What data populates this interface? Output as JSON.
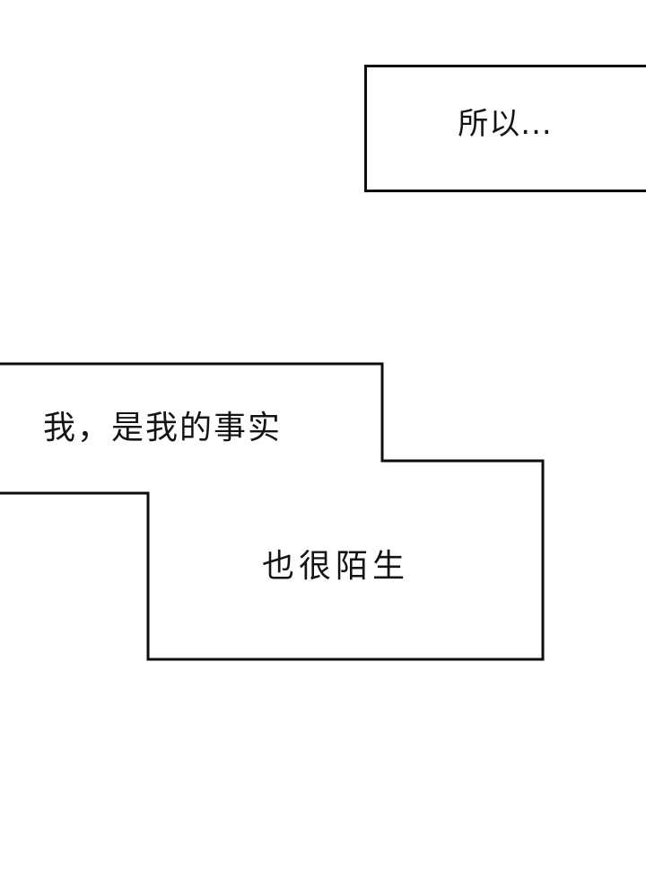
{
  "page": {
    "background": "#ffffff",
    "line_color": "#0d0d0d",
    "text_color": "#141414"
  },
  "captions": [
    {
      "name": "top-caption",
      "text": "所以..."
    },
    {
      "name": "identity-caption",
      "text": "我，是我的事实"
    },
    {
      "name": "stranger-caption",
      "text": "也很陌生"
    }
  ]
}
